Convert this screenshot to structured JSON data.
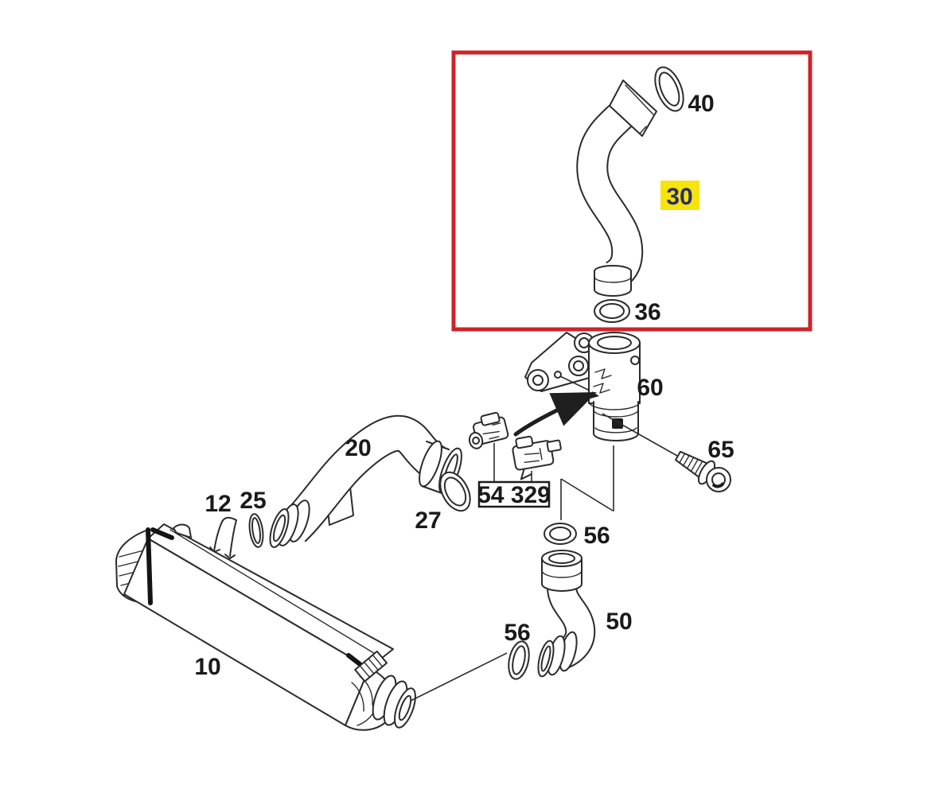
{
  "diagram": {
    "kind": "exploded-parts-line-diagram",
    "background_color": "#ffffff",
    "line_color": "#2b2b2b",
    "highlight_box": {
      "stroke_color": "#cd2328",
      "highlighted_part": "30"
    },
    "highlight_label": {
      "bg_color": "#f6e40c",
      "text_color": "#2a2e67"
    },
    "labels": {
      "part10": "10",
      "part12": "12",
      "part20": "20",
      "part25": "25",
      "part27": "27",
      "part30": "30",
      "part36": "36",
      "part40": "40",
      "part50": "50",
      "part54_329": "54 329",
      "part56_upper": "56",
      "part56_lower": "56",
      "part60": "60",
      "part65": "65"
    },
    "parts": [
      {
        "label": "10",
        "depicts": "cooler-core"
      },
      {
        "label": "12",
        "depicts": "retaining-clip"
      },
      {
        "label": "20",
        "depicts": "curved-hose"
      },
      {
        "label": "25",
        "depicts": "seal-ring"
      },
      {
        "label": "27",
        "depicts": "seal-ring"
      },
      {
        "label": "30",
        "depicts": "s-shaped-hose-highlighted"
      },
      {
        "label": "36",
        "depicts": "seal-ring"
      },
      {
        "label": "40",
        "depicts": "seal-ring"
      },
      {
        "label": "50",
        "depicts": "elbow-pipe"
      },
      {
        "label": "54",
        "depicts": "small-valve"
      },
      {
        "label": "329",
        "depicts": "small-sensor"
      },
      {
        "label": "56",
        "depicts": "seal-ring-upper"
      },
      {
        "label": "56",
        "depicts": "seal-ring-lower"
      },
      {
        "label": "60",
        "depicts": "connection-pipe-with-bracket"
      },
      {
        "label": "65",
        "depicts": "bolt"
      }
    ]
  }
}
